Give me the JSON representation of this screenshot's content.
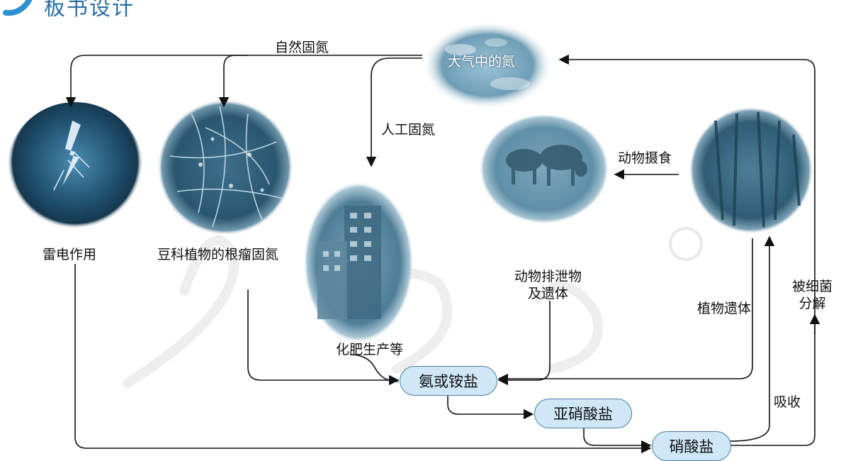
{
  "header": {
    "title": "板书设计",
    "logo_icon": "swirl-logo-icon"
  },
  "nodes": {
    "atmosphere": "大气中的氮",
    "lightning": "雷电作用",
    "legume": "豆科植物的根瘤固氮",
    "fertilizer": "化肥生产等",
    "animal_excretion": "动物排泄物\n及遗体",
    "plant_remains": "植物遗体",
    "ammonia": "氨或铵盐",
    "nitrite": "亚硝酸盐",
    "nitrate": "硝酸盐"
  },
  "edge_labels": {
    "natural_fixation": "自然固氮",
    "artificial_fixation": "人工固氮",
    "animal_feeding": "动物摄食",
    "bacteria_decomposition": "被细菌\n分解",
    "absorption": "吸收"
  },
  "images": {
    "atmosphere": "sky-clouds-image",
    "lightning": "lightning-image",
    "legume": "root-nodules-image",
    "fertilizer": "factory-image",
    "animals": "cattle-image",
    "plants": "forest-image"
  },
  "colors": {
    "pill_fill": "#cfe7f7",
    "pill_border": "#4d7d9c",
    "header_blue": "#2b6fa3",
    "photo_tone": "#3f7f9a"
  }
}
